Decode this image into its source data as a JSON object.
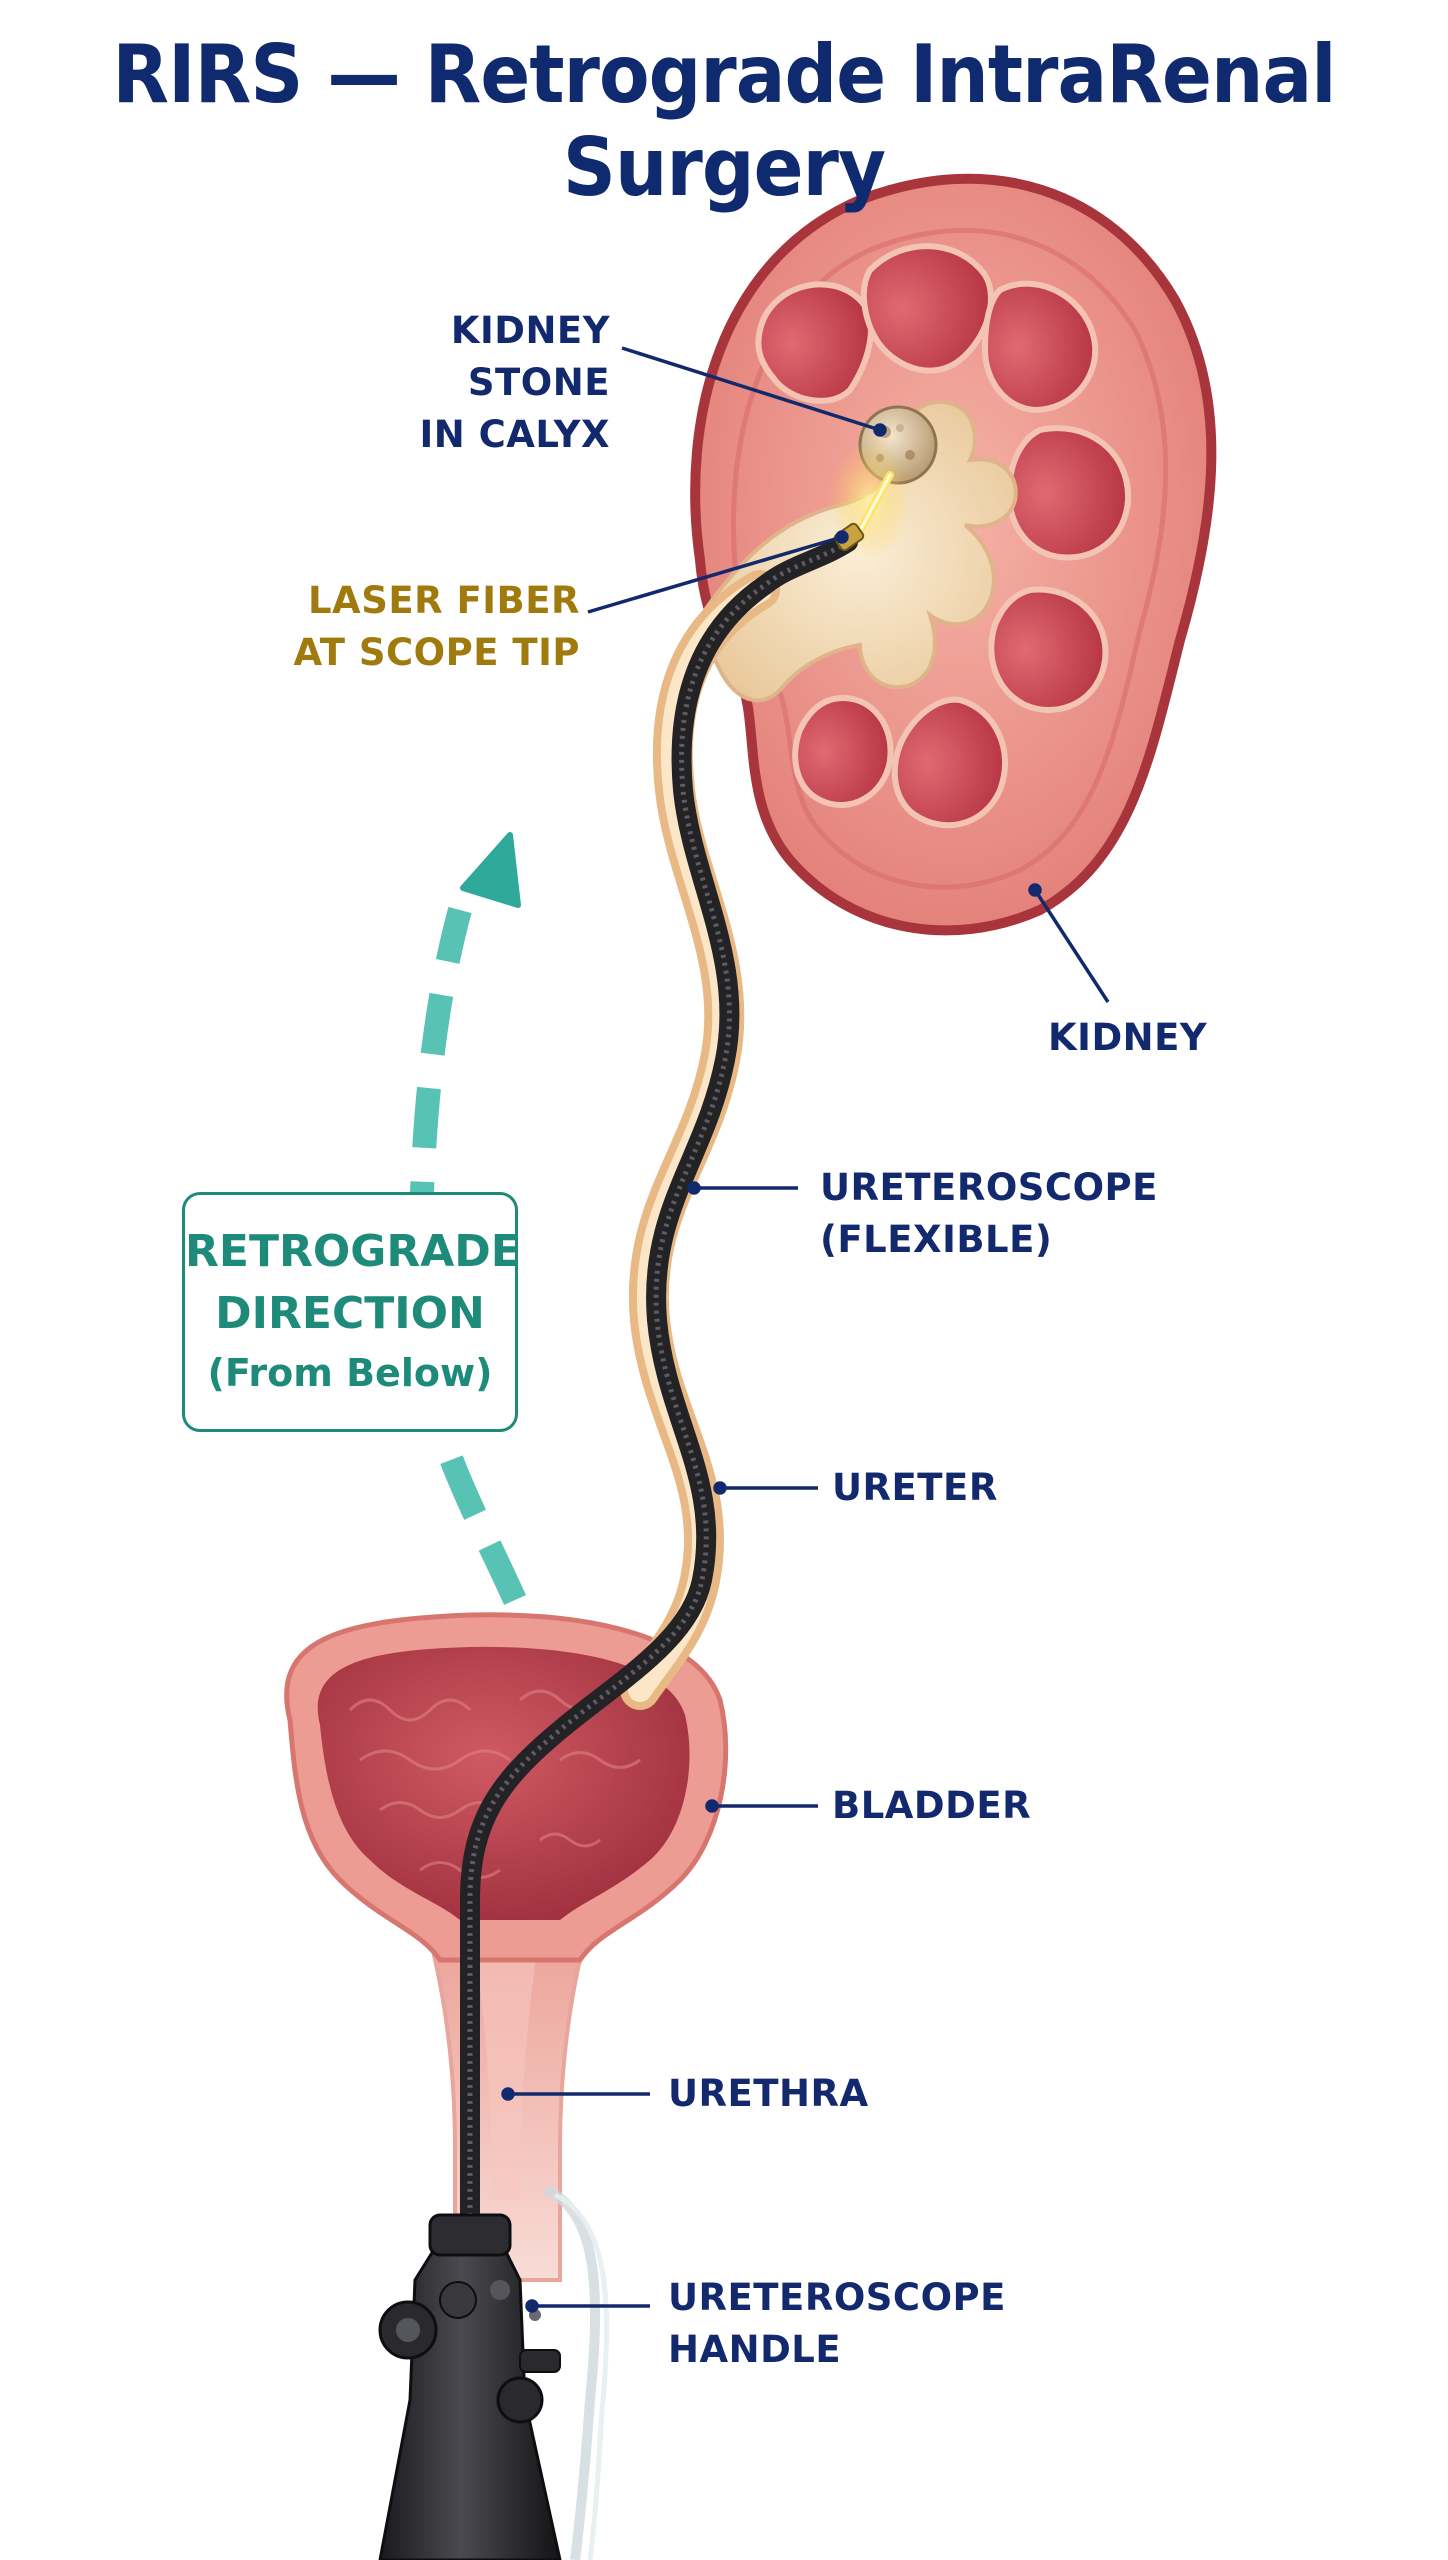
{
  "title": "RIRS — Retrograde IntraRenal Surgery",
  "labels": {
    "kidney_stone": [
      "KIDNEY STONE",
      "IN CALYX"
    ],
    "laser_fiber": [
      "LASER FIBER",
      "AT SCOPE TIP"
    ],
    "kidney": [
      "KIDNEY"
    ],
    "ureteroscope": [
      "URETEROSCOPE",
      "(FLEXIBLE)"
    ],
    "ureter": [
      "URETER"
    ],
    "bladder": [
      "BLADDER"
    ],
    "urethra": [
      "URETHRA"
    ],
    "handle": [
      "URETEROSCOPE",
      "HANDLE"
    ]
  },
  "callout": {
    "line1": "RETROGRADE",
    "line2": "DIRECTION",
    "line3": "(From Below)"
  },
  "colors": {
    "title": "#0f2a6e",
    "label": "#13296e",
    "laser_label": "#a07a0c",
    "callout": "#1e8a7a",
    "kidney_cortex": "#e98e86",
    "kidney_capsule": "#a9353c",
    "medulla": "#c94252",
    "pelvis": "#f1d9b4",
    "scope": "#2a2a2e",
    "ureter_sheath": "#f0cfa0",
    "bladder_wall": "#ec9c92",
    "bladder_lumen": "#b53a48"
  }
}
